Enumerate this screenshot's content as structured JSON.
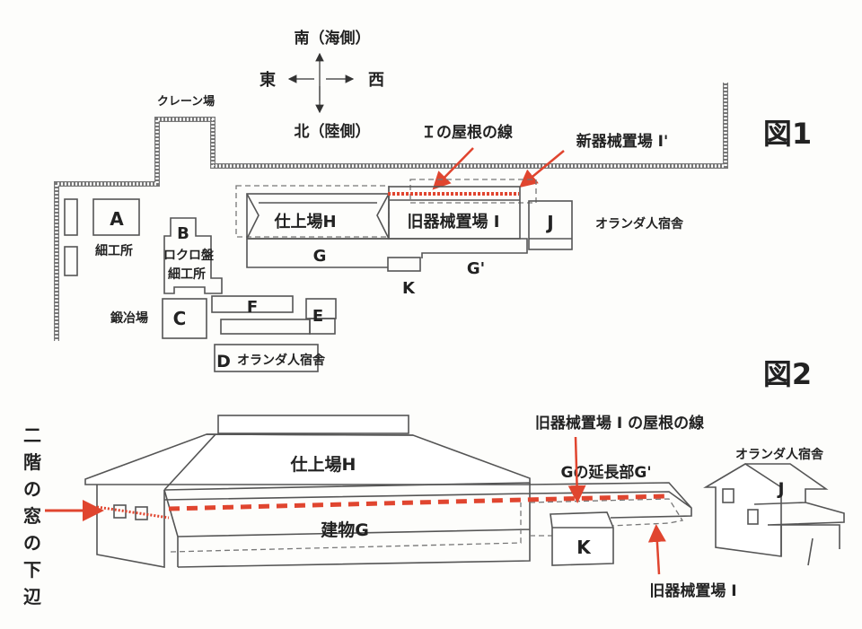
{
  "figure1": {
    "label": "図1",
    "compass": {
      "south": "南（海側）",
      "north": "北（陸側）",
      "east": "東",
      "west": "西"
    },
    "crane_yard": "クレーン場",
    "roof_line_label": "Ｉの屋根の線",
    "new_machine_shed": "新器械置場 I'",
    "buildings": {
      "H": "仕上場H",
      "I": "旧器械置場 I",
      "J": "J",
      "J_desc": "オランダ人宿舎",
      "G": "G",
      "G_ext": "G'",
      "K": "K",
      "A": "A",
      "A_desc": "細工所",
      "B": "B",
      "B_desc1": "ロクロ盤",
      "B_desc2": "細工所",
      "C": "C",
      "C_desc": "鍛冶場",
      "D": "D",
      "D_desc": "オランダ人宿舎",
      "E": "E",
      "F": "F"
    }
  },
  "figure2": {
    "label": "図2",
    "window_label": [
      "二",
      "階",
      "の",
      "窓",
      "の",
      "下",
      "辺"
    ],
    "H": "仕上場H",
    "G": "建物G",
    "G_ext": "Gの延長部G'",
    "roof_line": "旧器械置場 I の屋根の線",
    "old_machine_shed": "旧器械置場 I",
    "K": "K",
    "J": "J",
    "J_desc": "オランダ人宿舎"
  },
  "colors": {
    "accent": "#e0452f",
    "line": "#555555"
  }
}
